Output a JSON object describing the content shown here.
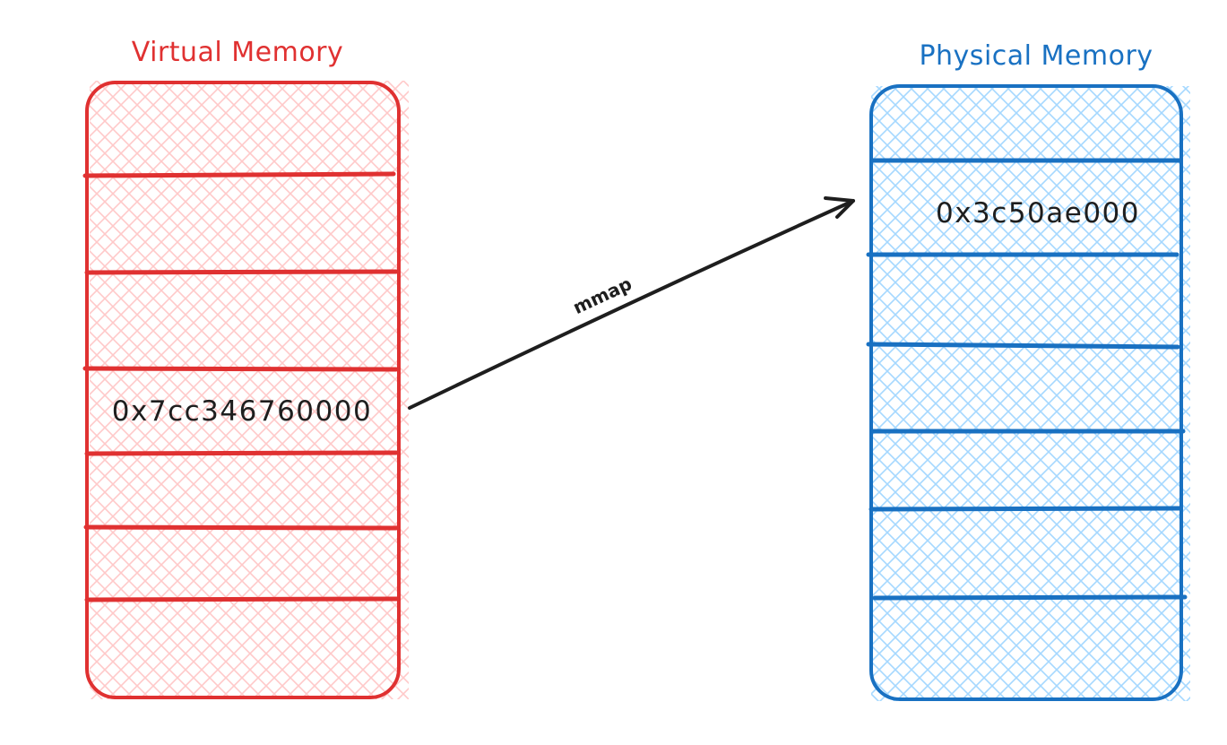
{
  "diagram": {
    "virtual": {
      "title": "Virtual Memory",
      "address": "0x7cc346760000",
      "stroke_color": "#e03131",
      "fill_color": "#ffc9c9"
    },
    "physical": {
      "title": "Physical Memory",
      "address": "0x3c50ae000",
      "stroke_color": "#1971c2",
      "fill_color": "#a5d8ff"
    },
    "arrow": {
      "label": "mmap",
      "color": "#1e1e1e"
    }
  }
}
